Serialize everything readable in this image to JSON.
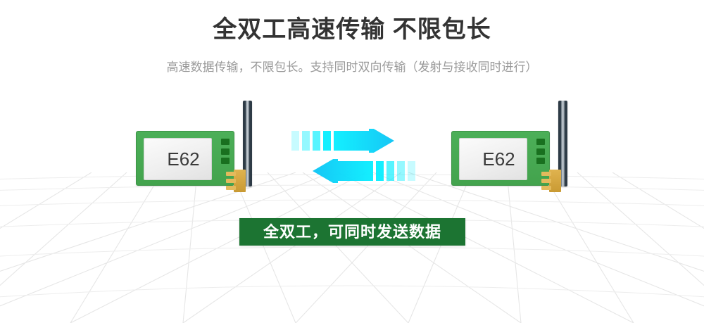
{
  "heading": {
    "title": "全双工高速传输  不限包长",
    "subtitle": "高速数据传输，不限包长。支持同时双向传输（发射与接收同时进行）"
  },
  "banner": {
    "label": "全双工，可同时发送数据",
    "background_color": "#1c7432",
    "text_color": "#ffffff"
  },
  "modules": [
    {
      "position": "left",
      "chip_label": "E62",
      "pcb_color": "#4CAF58",
      "chip_color": "#efefef",
      "pad_color": "#19701f",
      "connector_color": "#d9ab45",
      "antenna_color": "#2e3b46",
      "pad_count": 3,
      "prong_count": 3
    },
    {
      "position": "right",
      "chip_label": "E62",
      "pcb_color": "#4CAF58",
      "chip_color": "#efefef",
      "pad_color": "#19701f",
      "connector_color": "#d9ab45",
      "antenna_color": "#2e3b46",
      "pad_count": 3,
      "prong_count": 3
    }
  ],
  "arrows": [
    {
      "name": "forward",
      "direction": "right",
      "color": "#00EEFF",
      "dash_segments": 4,
      "meaning": "transmit"
    },
    {
      "name": "reverse",
      "direction": "left",
      "color": "#00EEFF",
      "dash_segments": 4,
      "meaning": "receive"
    }
  ],
  "background": {
    "color": "#ffffff",
    "grid_color": "#e4e4e4",
    "grid_type": "perspective-floor"
  }
}
